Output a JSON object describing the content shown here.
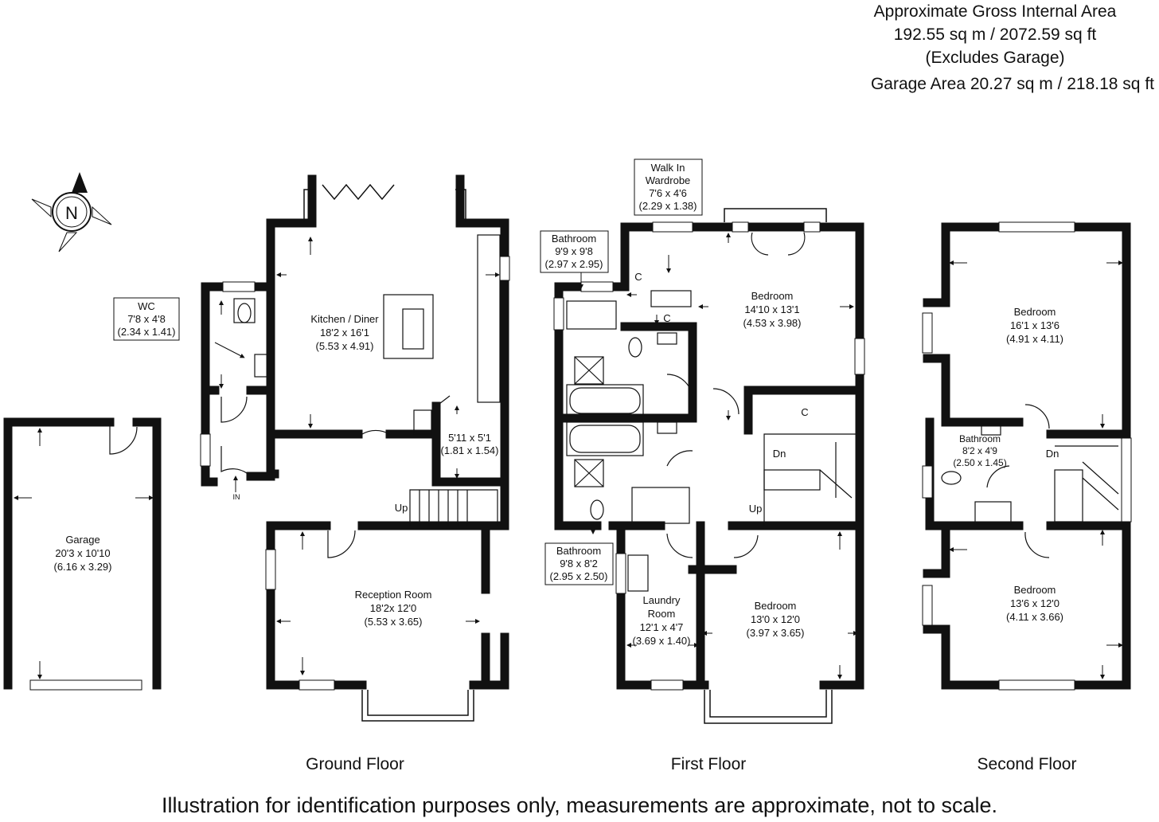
{
  "header": {
    "line1": "Approximate Gross Internal Area",
    "line2": "192.55 sq m / 2072.59 sq ft",
    "line3": "(Excludes Garage)",
    "garage_line": "Garage Area 20.27 sq m / 218.18 sq ft"
  },
  "compass": {
    "label": "N"
  },
  "floors": {
    "ground": "Ground Floor",
    "first": "First Floor",
    "second": "Second Floor"
  },
  "rooms": {
    "garage": [
      "Garage",
      "20'3 x 10'10",
      "(6.16 x 3.29)"
    ],
    "wc": [
      "WC",
      "7'8 x 4'8",
      "(2.34 x 1.41)"
    ],
    "kitchen": [
      "Kitchen / Diner",
      "18'2 x 16'1",
      "(5.53 x 4.91)"
    ],
    "store": [
      "5'11 x 5'1",
      "(1.81 x 1.54)"
    ],
    "reception": [
      "Reception Room",
      "18'2x 12'0",
      "(5.53 x 3.65)"
    ],
    "walkin": [
      "Walk In",
      "Wardrobe",
      "7'6 x 4'6",
      "(2.29 x 1.38)"
    ],
    "bath1": [
      "Bathroom",
      "9'9 x 9'8",
      "(2.97 x 2.95)"
    ],
    "bed1": [
      "Bedroom",
      "14'10 x 13'1",
      "(4.53 x 3.98)"
    ],
    "bath2": [
      "Bathroom",
      "9'8 x 8'2",
      "(2.95 x 2.50)"
    ],
    "laundry": [
      "Laundry",
      "Room",
      "12'1 x 4'7",
      "(3.69 x 1.40)"
    ],
    "bed2": [
      "Bedroom",
      "13'0 x 12'0",
      "(3.97 x 3.65)"
    ],
    "bed3": [
      "Bedroom",
      "16'1 x 13'6",
      "(4.91 x 4.11)"
    ],
    "bath3": [
      "Bathroom",
      "8'2 x 4'9",
      "(2.50 x 1.45)"
    ],
    "bed4": [
      "Bedroom",
      "13'6 x 12'0",
      "(4.11 x 3.66)"
    ]
  },
  "marks": {
    "in": "IN",
    "up": "Up",
    "dn": "Dn",
    "cupboard": "C"
  },
  "colors": {
    "wall": "#111111",
    "window": "#ffffff",
    "background": "#ffffff"
  },
  "disclaimer": "Illustration for identification purposes only, measurements are approximate, not to scale."
}
